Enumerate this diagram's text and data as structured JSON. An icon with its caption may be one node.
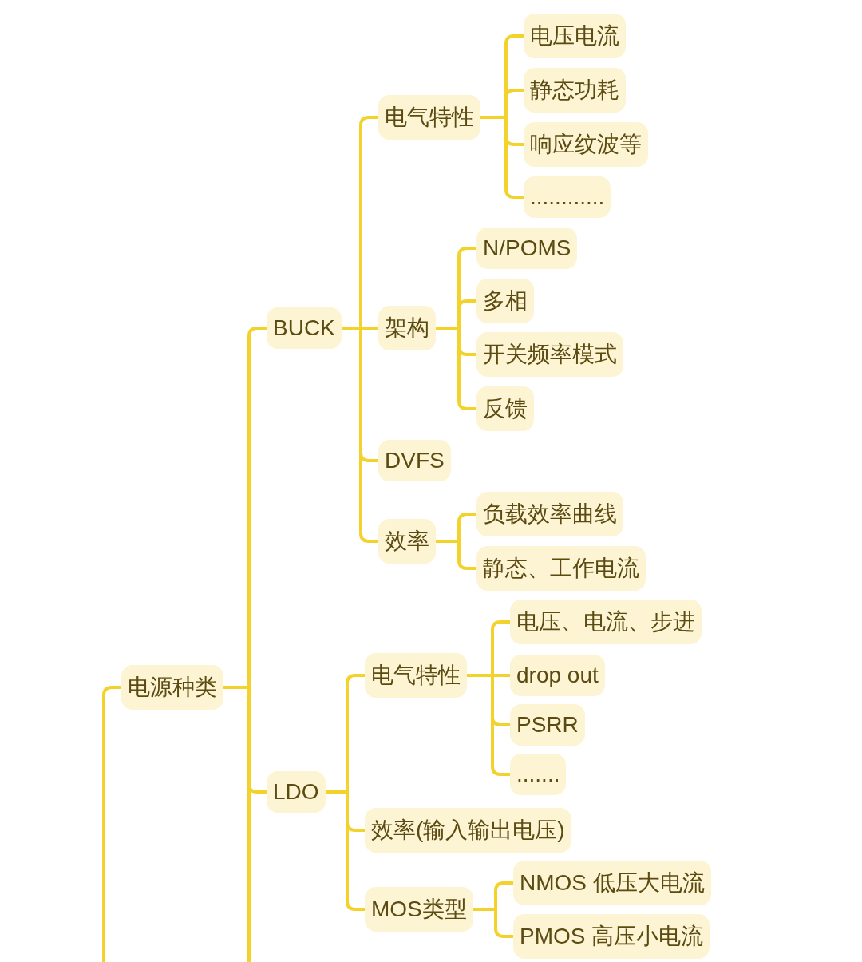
{
  "diagram": {
    "nodes": [
      {
        "text": [
          "电源种类"
        ]
      },
      {
        "text": [
          "BUCK"
        ]
      },
      {
        "text": [
          "电气特性"
        ]
      },
      {
        "text": [
          "电压电流"
        ]
      },
      {
        "text": [
          "静态功耗"
        ]
      },
      {
        "text": [
          "响应纹波等"
        ]
      },
      {
        "text": [
          "............"
        ]
      },
      {
        "text": [
          "架构"
        ]
      },
      {
        "text": [
          "N/POMS"
        ]
      },
      {
        "text": [
          "多相"
        ]
      },
      {
        "text": [
          "开关频率模式"
        ]
      },
      {
        "text": [
          "反馈"
        ]
      },
      {
        "text": [
          "DVFS"
        ]
      },
      {
        "text": [
          "效率"
        ]
      },
      {
        "text": [
          "负载效率曲线"
        ]
      },
      {
        "text": [
          "静态、工作电流"
        ]
      },
      {
        "text": [
          "LDO"
        ]
      },
      {
        "text": [
          "电气特性"
        ]
      },
      {
        "text": [
          "电压、电流、步进"
        ]
      },
      {
        "text": [
          "drop out"
        ]
      },
      {
        "text": [
          "PSRR"
        ]
      },
      {
        "text": [
          "......."
        ]
      },
      {
        "text": [
          "效率(输入输出电压)"
        ]
      },
      {
        "text": [
          "MOS类型"
        ]
      },
      {
        "text": [
          "NMOS 低压大电流"
        ]
      },
      {
        "text": [
          "PMOS 高压小电流"
        ]
      }
    ],
    "edges": [
      {
        "from": 0,
        "to": 1,
        "arrow": "none"
      },
      {
        "from": 1,
        "to": 2,
        "arrow": "none"
      },
      {
        "from": 2,
        "to": 3,
        "arrow": "none"
      },
      {
        "from": 2,
        "to": 4,
        "arrow": "none"
      },
      {
        "from": 2,
        "to": 5,
        "arrow": "none"
      },
      {
        "from": 2,
        "to": 6,
        "arrow": "none"
      },
      {
        "from": 1,
        "to": 7,
        "arrow": "none"
      },
      {
        "from": 7,
        "to": 8,
        "arrow": "none"
      },
      {
        "from": 7,
        "to": 9,
        "arrow": "none"
      },
      {
        "from": 7,
        "to": 10,
        "arrow": "none"
      },
      {
        "from": 7,
        "to": 11,
        "arrow": "none"
      },
      {
        "from": 1,
        "to": 12,
        "arrow": "none"
      },
      {
        "from": 1,
        "to": 13,
        "arrow": "none"
      },
      {
        "from": 13,
        "to": 14,
        "arrow": "none"
      },
      {
        "from": 13,
        "to": 15,
        "arrow": "none"
      },
      {
        "from": 0,
        "to": 16,
        "arrow": "none"
      },
      {
        "from": 16,
        "to": 17,
        "arrow": "none"
      },
      {
        "from": 17,
        "to": 18,
        "arrow": "none"
      },
      {
        "from": 17,
        "to": 19,
        "arrow": "none"
      },
      {
        "from": 17,
        "to": 20,
        "arrow": "none"
      },
      {
        "from": 17,
        "to": 21,
        "arrow": "none"
      },
      {
        "from": 16,
        "to": 22,
        "arrow": "none"
      },
      {
        "from": 16,
        "to": 23,
        "arrow": "none"
      },
      {
        "from": 23,
        "to": 24,
        "arrow": "none"
      },
      {
        "from": 23,
        "to": 25,
        "arrow": "none"
      },
      {
        "from": 0,
        "to": null,
        "arrow": "none"
      },
      {
        "from": null,
        "to": 0,
        "arrow": "none"
      }
    ]
  }
}
